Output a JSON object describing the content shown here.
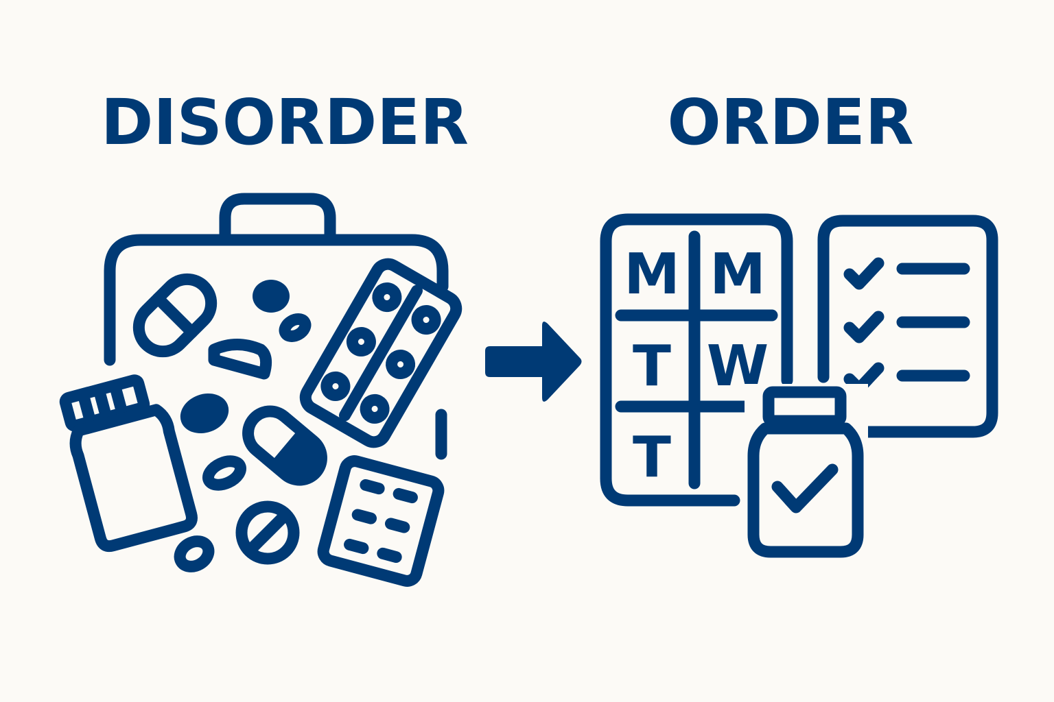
{
  "headings": {
    "left": "DISORDER",
    "right": "ORDER"
  },
  "calendar": {
    "cells": [
      "M",
      "M",
      "T",
      "W",
      "T"
    ]
  },
  "colors": {
    "primary": "#003a75",
    "background": "#fcfaf6"
  },
  "icons": [
    "suitcase-icon",
    "pill-icon",
    "capsule-icon",
    "blister-pack-icon",
    "pill-bottle-icon",
    "arrow-right-icon",
    "weekly-pill-organizer-icon",
    "checklist-icon",
    "checkmark-icon"
  ]
}
